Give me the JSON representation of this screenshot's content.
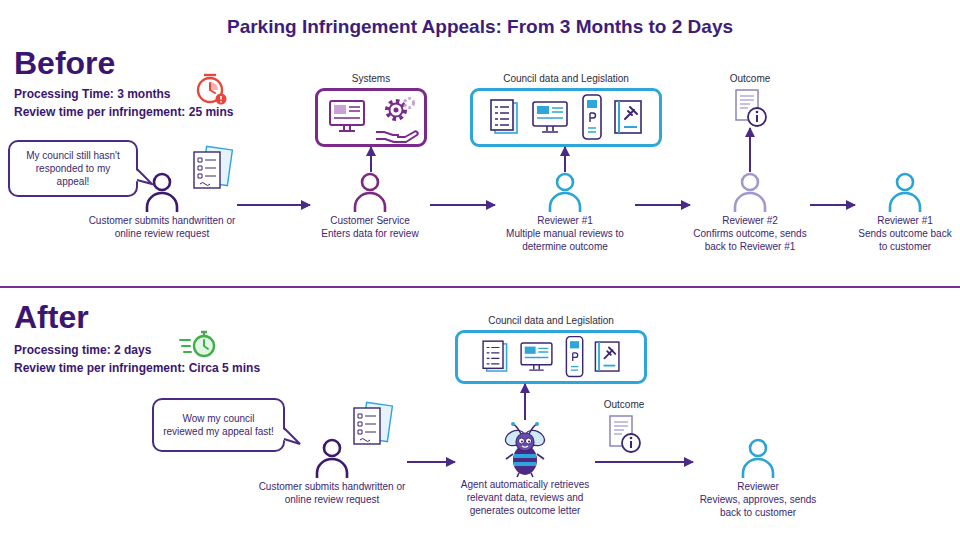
{
  "diagram": {
    "title": "Parking Infringement Appeals: From 3 Months to 2 Days",
    "nodes": [
      {
        "text": [
          "My council still hasn't responded to my appeal!"
        ]
      },
      {
        "text": [
          "Customer submits handwritten or online review request"
        ]
      },
      {
        "text": [
          "Systems"
        ]
      },
      {
        "text": [
          "Customer Service",
          "Enters data for review"
        ]
      },
      {
        "text": [
          "Council data and Legislation"
        ]
      },
      {
        "text": [
          "Reviewer #1",
          "Multiple manual reviews to determine outcome"
        ]
      },
      {
        "text": [
          "Outcome"
        ]
      },
      {
        "text": [
          "Reviewer #2",
          "Confirms outcome, sends back to Reviewer #1"
        ]
      },
      {
        "text": [
          "Reviewer #1",
          "Sends outcome back to customer"
        ]
      },
      {
        "text": [
          "Wow my council reviewed my appeal fast!"
        ]
      },
      {
        "text": [
          "Customer submits handwritten or online review request"
        ]
      },
      {
        "text": [
          "Council data and Legislation"
        ]
      },
      {
        "text": [
          "Outcome"
        ]
      },
      {
        "text": [
          "Agent automatically retrieves relevant data, reviews and generates outcome letter"
        ]
      },
      {
        "text": [
          "Reviewer",
          "Reviews, approves, sends back to customer"
        ]
      }
    ],
    "edges": [
      {
        "from": 1,
        "to": 3,
        "arrow": "to"
      },
      {
        "from": 3,
        "to": 2,
        "arrow": "to"
      },
      {
        "from": 3,
        "to": 5,
        "arrow": "to"
      },
      {
        "from": 5,
        "to": 4,
        "arrow": "to"
      },
      {
        "from": 5,
        "to": 7,
        "arrow": "to"
      },
      {
        "from": 7,
        "to": 6,
        "arrow": "to"
      },
      {
        "from": 7,
        "to": 8,
        "arrow": "to"
      },
      {
        "from": 10,
        "to": 13,
        "arrow": "to"
      },
      {
        "from": 13,
        "to": 11,
        "arrow": "to"
      },
      {
        "from": 13,
        "to": 14,
        "arrow": "to"
      }
    ],
    "labels": [
      "Before",
      "Processing Time: 3 months",
      "Review time per infringement: 25 mins",
      "After",
      "Processing time: 2 days",
      "Review time per infringement: Circa 5 mins"
    ]
  }
}
